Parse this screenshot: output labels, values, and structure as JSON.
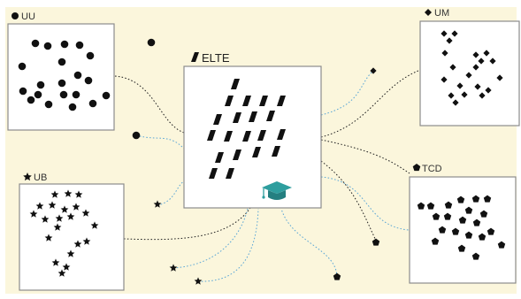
{
  "nodes": {
    "uu": {
      "label": "UU",
      "shape": "circle"
    },
    "um": {
      "label": "UM",
      "shape": "diamond"
    },
    "elte": {
      "label": "ELTE",
      "shape": "parallelogram"
    },
    "ub": {
      "label": "UB",
      "shape": "star"
    },
    "tcd": {
      "label": "TCD",
      "shape": "pentagon"
    }
  },
  "icons": {
    "center_badge": "graduation-cap-icon"
  },
  "colors": {
    "background": "#fbf6dc",
    "box_fill": "#ffffff",
    "box_border": "#8c8c8c",
    "marker": "#111111",
    "link_black": "#222222",
    "link_blue": "#5aa6d6",
    "cap": "#2e9e9e"
  }
}
